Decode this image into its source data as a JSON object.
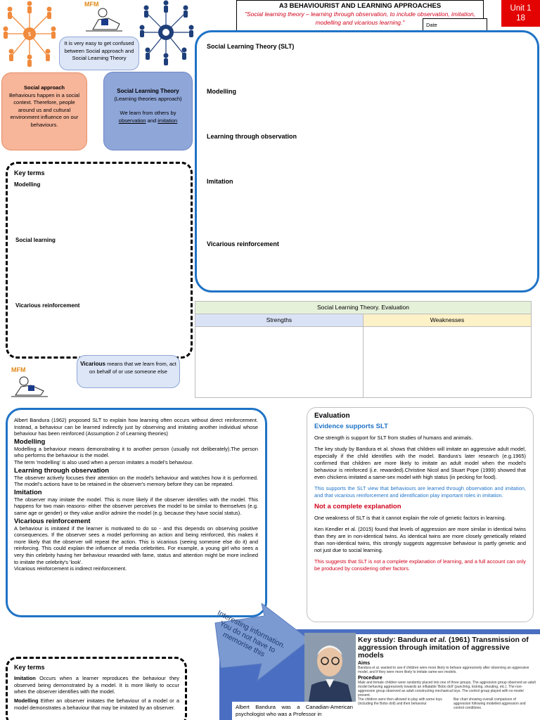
{
  "header": {
    "title": "A3 BEHAVIOURIST AND LEARNING APPROACHES",
    "quote": "\"Social learning theory – learning through observation, to include observation, imitation, modelling and vicarious learning.\"",
    "date_label": "Date",
    "unit_label": "Unit 1",
    "unit_number": "18"
  },
  "logo": {
    "text": "MFM"
  },
  "confused_bubble": "It is very easy to get confused between Social approach and Social Learning Theory",
  "social_card": {
    "title": "Social approach",
    "body": "Behaviours happen in a social context. Therefore, people around us and cultural environment influence on our behaviours."
  },
  "slt_card": {
    "title": "Social Learning Theory",
    "subtitle": "(Learning theories approach)",
    "body_pre": "We learn from others by",
    "link1": "observation",
    "and": "and",
    "link2": "imitation"
  },
  "key_terms_box": {
    "heading": "Key terms",
    "items": [
      "Modelling",
      "Social learning",
      "Vicarious reinforcement"
    ]
  },
  "slt_box": {
    "items": [
      "Social Learning Theory (SLT)",
      "Modelling",
      "Learning through observation",
      "Imitation",
      "Vicarious reinforcement"
    ]
  },
  "evaluation_table": {
    "title": "Social Learning Theory. Evaluation",
    "strengths": "Strengths",
    "weaknesses": "Weaknesses"
  },
  "vicarious_bubble": {
    "term": "Vicarious",
    "rest": "means that we learn from, act on behalf of or use someone else"
  },
  "reading": {
    "intro": "Albert Bandura (1962) proposed SLT to explain how learning often occurs without direct reinforcement. Instead, a behaviour can be learned indirectly just by observing and imitating another individual whose behaviour has been reinforced (Assumption 2 of Learning theories)",
    "sections": [
      {
        "heading": "Modelling",
        "text": "Modelling a behaviour means demonstrating it to another person (usually not deliberately).The person who performs the behaviour is the model.",
        "text2": "The term 'modelling' is also used when a person imitates a model's behaviour."
      },
      {
        "heading": "Learning through observation",
        "text": "The observer actively focuses their attention on the model's behaviour and watches how it is performed. The model's actions have to be retained in the observer's memory before they can be repeated."
      },
      {
        "heading": "Imitation",
        "text": "The observer may imitate the model. This is more likely if the observer identifies with the model. This happens for two main reasons- either the observer perceives the model to be similar to themselves (e.g. same age or gender) or they value and/or admire the model (e.g. because they have social status)."
      },
      {
        "heading": "Vicarious reinforcement",
        "text": "A behaviour is imitated if the learner is motivated to do so - and this depends on observing positive consequences. If the observer sees a model performing an action and being reinforced, this makes it more likely that the observer will repeat the action. This is vicarious (seeing someone else do it) and reinforcing. This could explain the influence of media celebrities. For example, a young girl who sees a very thin celebrity having her behaviour rewarded with fame, status and attention might be more inclined to imitate the celebrity's 'look'.",
        "text2": "Vicarious reinforcement is indirect reinforcement."
      }
    ]
  },
  "evaluation": {
    "title": "Evaluation",
    "h1": "Evidence supports SLT",
    "p1": "One strength is support for SLT from studies of humans and animals.",
    "p2": "The key study by Bandura et al. shows that children will imitate an aggressive adult model, especially if the child identifies with the model. Bandura's later research (e.g.1965) confirmed that children are more likely to imitate an adult model when the model's behaviour is reinforced (i.e. rewarded).Christine Nicol and Stuart Pope (1999) showed that even chickens imitated a same-sex model with high status (in pecking for food).",
    "p3": "This supports the SLT view that behaviours are learned through observation and imitation, and that vicarious reinforcement and identification play important roles in imitation.",
    "h2": "Not a complete explanation",
    "p4": "One weakness of SLT is that it cannot explain the role of genetic factors in learning.",
    "p5": "Ken Kendler et al. (2015) found that levels of aggression are more similar in identical twins than they are in non-identical twins. As identical twins are more closely genetically related than non-identical twins, this strongly suggests aggressive behaviour is partly genetic and not just due to social learning.",
    "p6": "This suggests that SLT is not a complete explanation of learning, and a full account can only be produced by considering other factors."
  },
  "arrow_note": "Interesting information. You do not have to memorise this",
  "key_study": {
    "title_pre": "Key study: Bandura",
    "title_et": "et al.",
    "title_post": "(1961) Transmission of aggression through imitation of aggressive models",
    "aims_h": "Aims",
    "aims": "Bandura et al. wanted to see if children were more likely to behave aggressively after observing an aggressive model, and if they were more likely to imitate same-sex models.",
    "procedure_h": "Procedure",
    "procedure": "Male and female children were randomly placed into one of three groups. The aggression group observed an adult model behaving aggressively towards an inflatable 'Bobo doll' (punching, kicking, shouting, etc.). The non-aggression group observed an adult constructing mechanical toys. The control group played with no model present.",
    "procedure2": "The children were then allowed to play with some toys (including the Bobo doll) and their behaviour",
    "chart_caption": "Bar chart showing overall comparison of aggression following modelled aggression and control conditions."
  },
  "bio": "Albert Bandura was a Canadian-American psychologist who was a Professor in",
  "key_terms_box2": {
    "heading": "Key terms",
    "t1": "Imitation",
    "d1": "Occurs when a learner reproduces the behaviour they observed being demonstrated by a model. It is more likely to occur when the observer identifies with the model.",
    "t2": "Modelling",
    "d2": "Either an observer imitates the behaviour of a model or a model demonstrates a behaviour that may be imitated by an observer."
  },
  "colors": {
    "accent_blue": "#1f73c6",
    "red": "#d0021b",
    "unit_red": "#e40303",
    "social_orange": "#f7b59a",
    "slt_blue": "#8fa6d9"
  }
}
